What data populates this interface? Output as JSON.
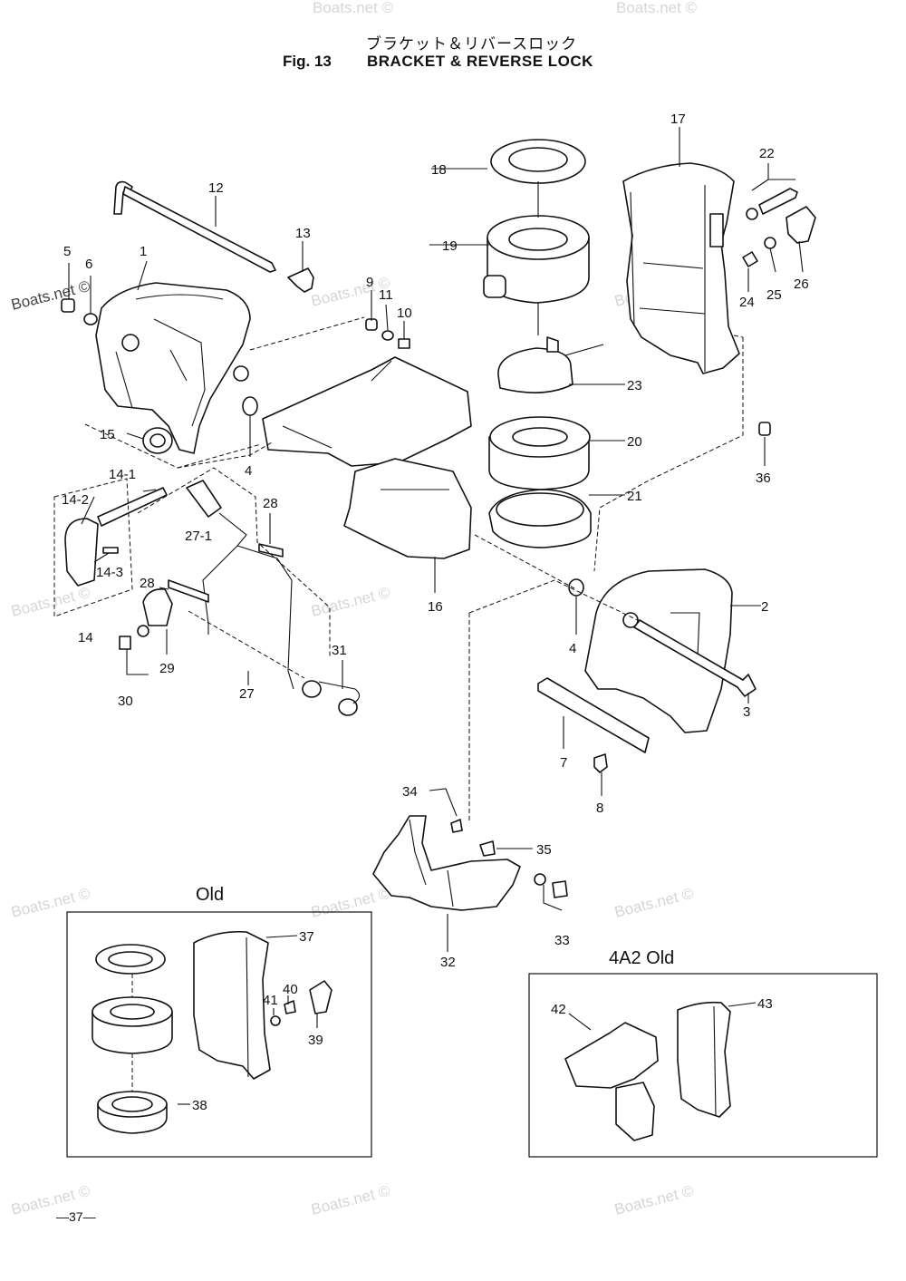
{
  "header": {
    "title_jp": "ブラケット＆リバースロック",
    "fig_label": "Fig. 13",
    "title_en": "BRACKET & REVERSE LOCK"
  },
  "watermark": "Boats.net ©",
  "page_number": "—37—",
  "boxes": {
    "old": "Old",
    "old_4a2": "4A2 Old"
  },
  "labels": {
    "p1": "1",
    "p2": "2",
    "p3": "3",
    "p4a": "4",
    "p4b": "4",
    "p5": "5",
    "p6": "6",
    "p7": "7",
    "p8": "8",
    "p9": "9",
    "p10": "10",
    "p11": "11",
    "p12": "12",
    "p13": "13",
    "p14": "14",
    "p14_1": "14-1",
    "p14_2": "14-2",
    "p14_3": "14-3",
    "p15": "15",
    "p16": "16",
    "p17": "17",
    "p18": "18",
    "p19": "19",
    "p20": "20",
    "p21": "21",
    "p22": "22",
    "p23": "23",
    "p24": "24",
    "p25": "25",
    "p26": "26",
    "p27": "27",
    "p27_1": "27-1",
    "p28a": "28",
    "p28b": "28",
    "p29": "29",
    "p30": "30",
    "p31": "31",
    "p32": "32",
    "p33": "33",
    "p34": "34",
    "p35": "35",
    "p36": "36",
    "p37": "37",
    "p38": "38",
    "p39": "39",
    "p40": "40",
    "p41": "41",
    "p42": "42",
    "p43": "43"
  }
}
